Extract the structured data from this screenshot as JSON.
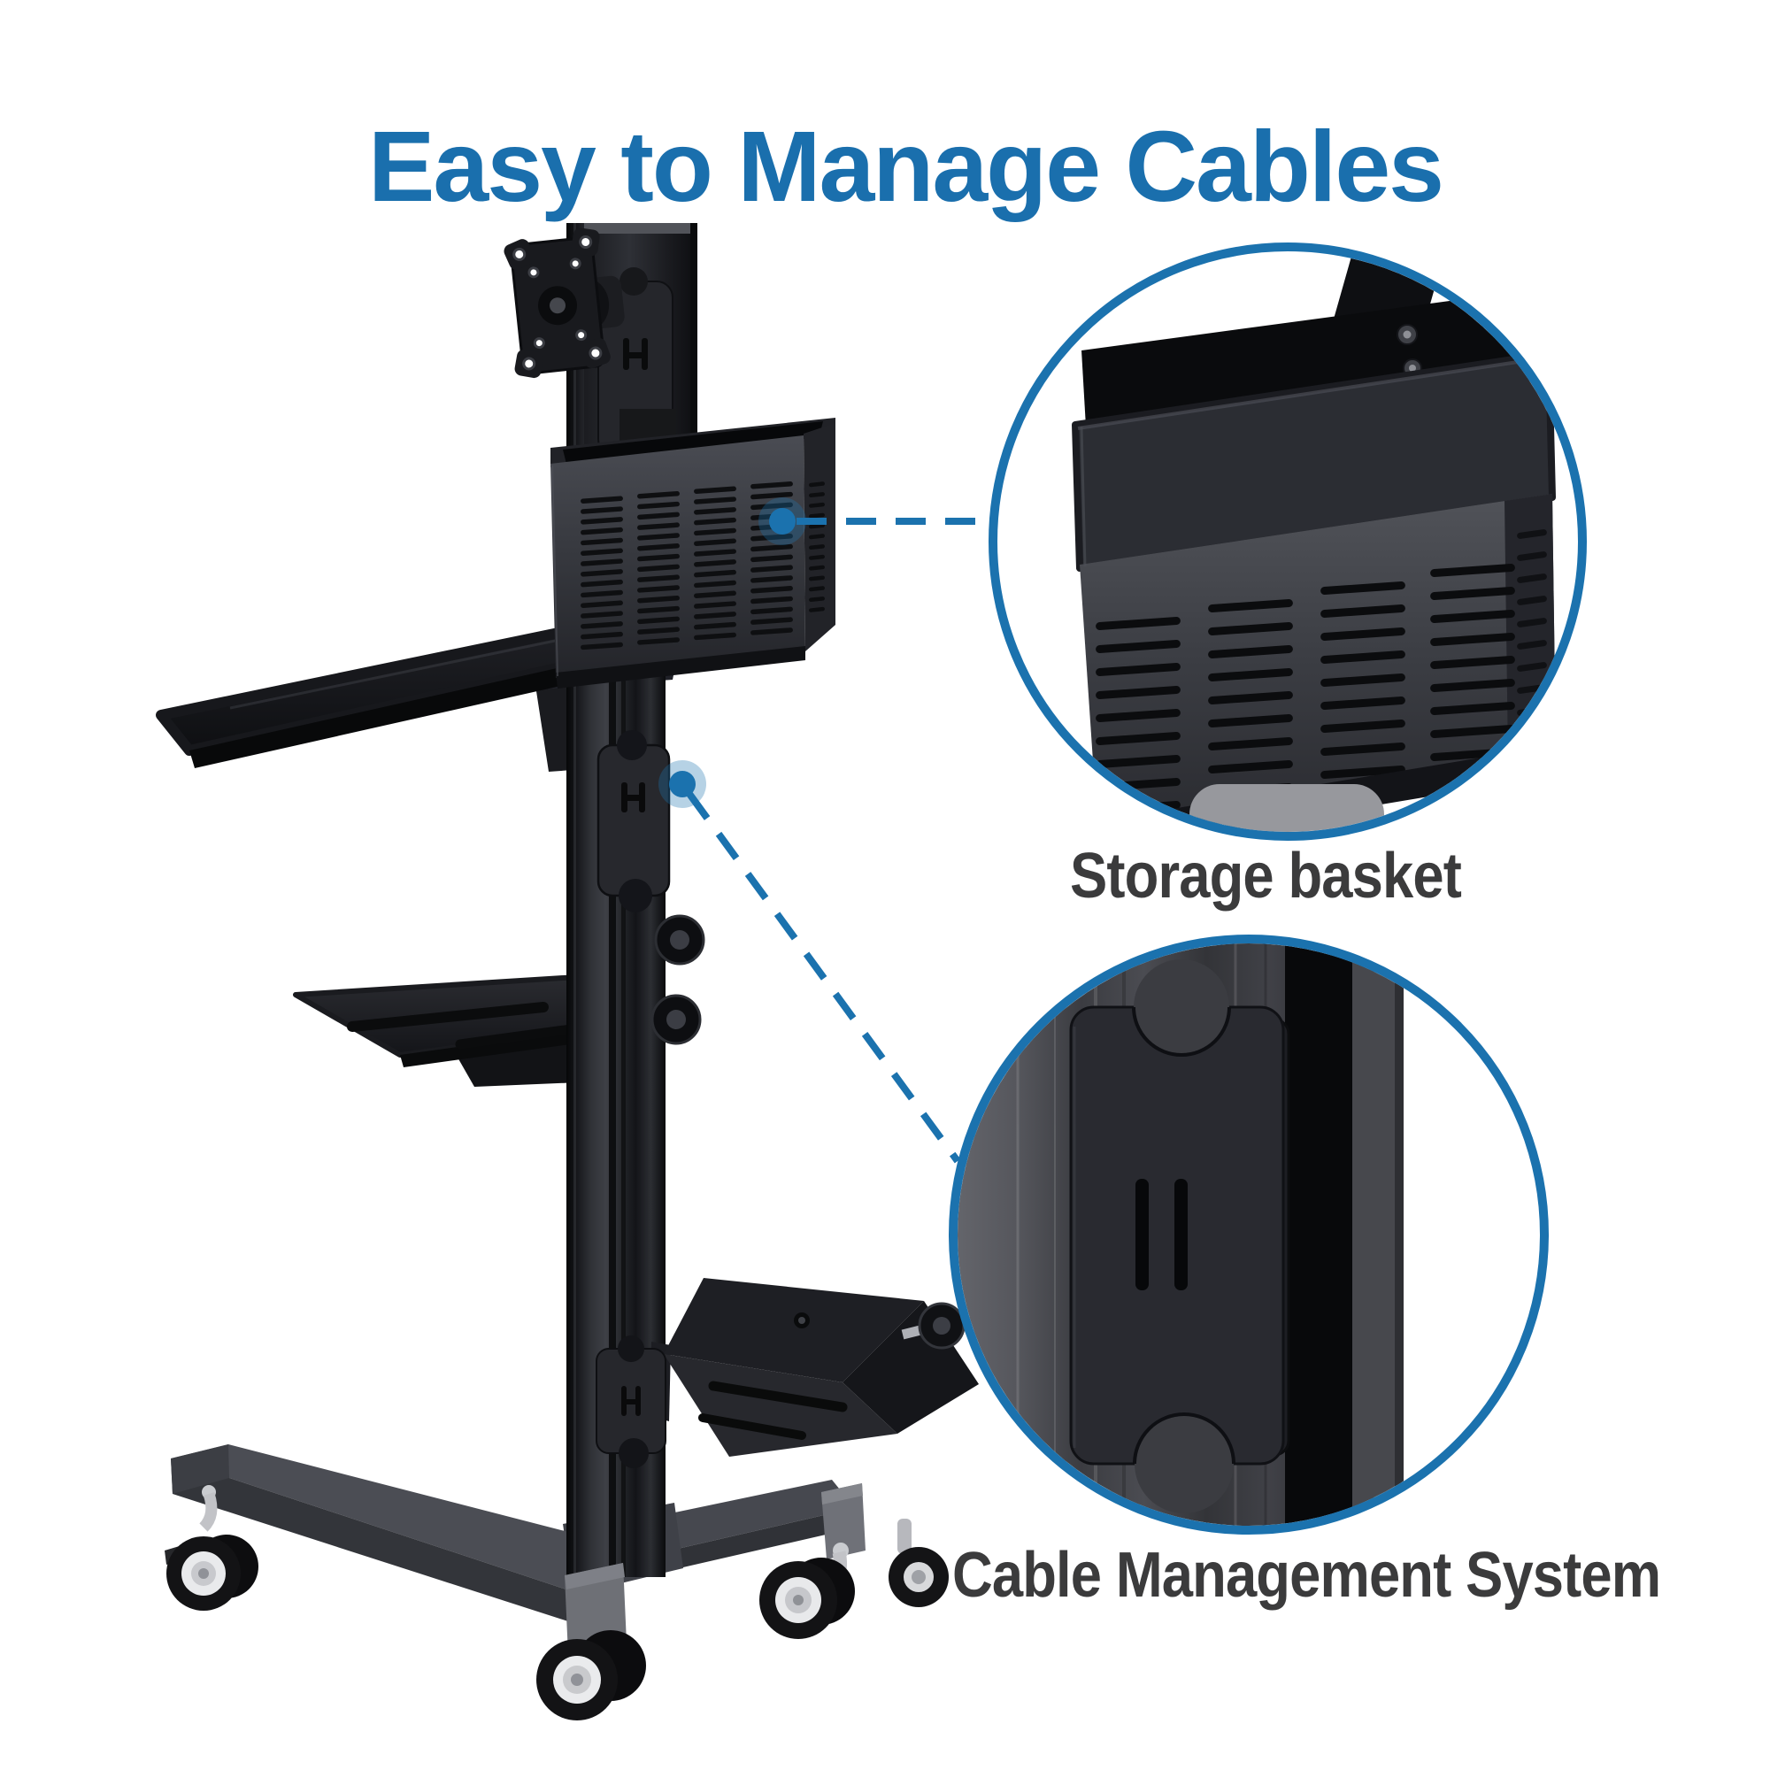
{
  "title": {
    "text": "Easy to Manage Cables",
    "color": "#1a6fad"
  },
  "annotations": {
    "storage_basket": {
      "label": "Storage basket"
    },
    "cable_management": {
      "label": "Cable Management System"
    }
  },
  "colors": {
    "accent_blue": "#1b72ae",
    "title_blue": "#1a6fad",
    "label_gray": "#3b3b3c",
    "background": "#ffffff",
    "product_dark": "#1a1b1e"
  },
  "icons": {
    "callout_dot": "filled-circle-with-halo",
    "leader_line": "dashed-line",
    "callout_ring": "circle-outline"
  }
}
